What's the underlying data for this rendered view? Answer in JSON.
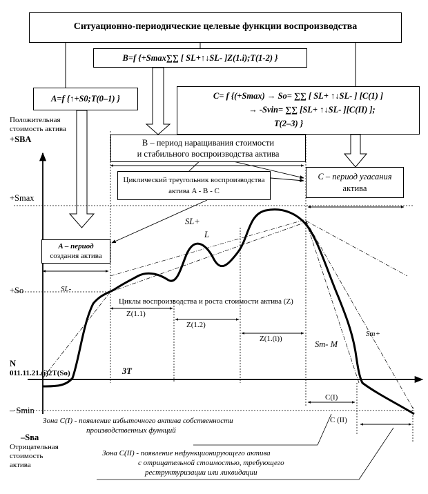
{
  "header": {
    "title": "Ситуационно-периодические целевые функции воспроизводства"
  },
  "formulas": {
    "b": "B=f {+Smax∑∑ [ SL+↑↓SL- ]Z(1.i);T(1-2) }",
    "a": "A=f {↑+S0;T(0–1) }",
    "c_line1": "C= f {(+Smax) → So= ∑∑ [ SL+ ↑↓SL- ] [C(1) ]",
    "c_line2": "→ -Svin= ∑∑ [SL+ ↑↓SL- ][C(II) ];",
    "c_line3": "T(2–3) }"
  },
  "periods": {
    "b_line1": "B – период наращивания стоимости",
    "b_line2": "и стабильного воспроизводства актива",
    "c_line1": "C – период угасания",
    "c_line2": "актива",
    "a_line1": "A – период",
    "a_line2": "создания актива"
  },
  "triangle": {
    "line1": "Циклический треугольник воспроизводства",
    "line2": "актива A - B - C"
  },
  "axis": {
    "positive_line1": "Положительная",
    "positive_line2": "стоимость актива",
    "positive_symbol": "+SBA",
    "negative_symbol": "–Sва",
    "negative_line1": "Отрицательная",
    "negative_line2": "стоимость",
    "negative_line3": "актива",
    "smax": "+Smax",
    "so": "+So",
    "smin": "– Smin",
    "origin_n": "N",
    "origin_text": "011.11.21.(i)2T(So)",
    "t3": "3T"
  },
  "curve_labels": {
    "sl_plus": "SL+",
    "l": "L",
    "sl_minus": "SL-",
    "sm_minus": "Sm- M",
    "sm_plus": "Sm+"
  },
  "cycles": {
    "title": "Циклы воспроизводства и роста стоимости актива (Z)",
    "z11": "Z(1.1)",
    "z12": "Z(1.2)",
    "z1i": "Z(1.(i))"
  },
  "zones": {
    "c1_tag": "C(I)",
    "c2_tag": "C (II)",
    "zone1_line1": "Зона C(I) - появление избыточного актива собственности",
    "zone1_line2": "производственных функций",
    "zone2_line1": "Зона C(II) - появление нефункционирующего актива",
    "zone2_line2": "с отрицательной стоимостью, требующего",
    "zone2_line3": "реструктуризации или ликвидации"
  }
}
